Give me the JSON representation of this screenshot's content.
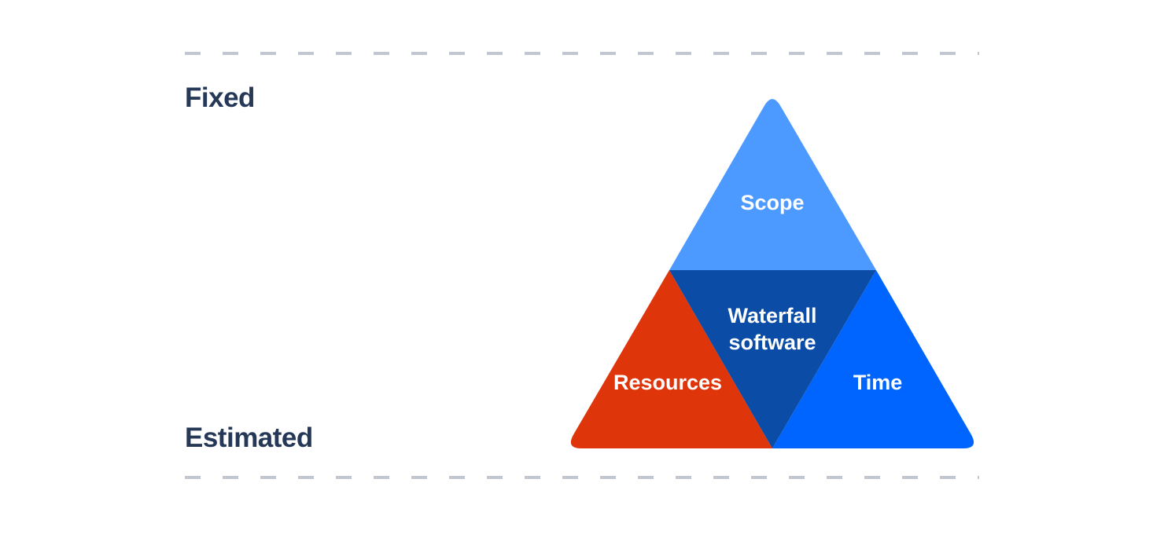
{
  "labels": {
    "fixed": "Fixed",
    "estimated": "Estimated"
  },
  "triangle": {
    "top": {
      "label": "Scope",
      "color": "#4C9AFF"
    },
    "center": {
      "label": "Waterfall software",
      "color": "#0B4DA6"
    },
    "bottom_left": {
      "label": "Resources",
      "color": "#DE350B"
    },
    "bottom_right": {
      "label": "Time",
      "color": "#0065FF"
    }
  },
  "colors": {
    "side_label_text": "#253858",
    "triangle_label_text": "#FFFFFF",
    "dashed_line": "#C1C7D0",
    "background": "#FFFFFF"
  }
}
